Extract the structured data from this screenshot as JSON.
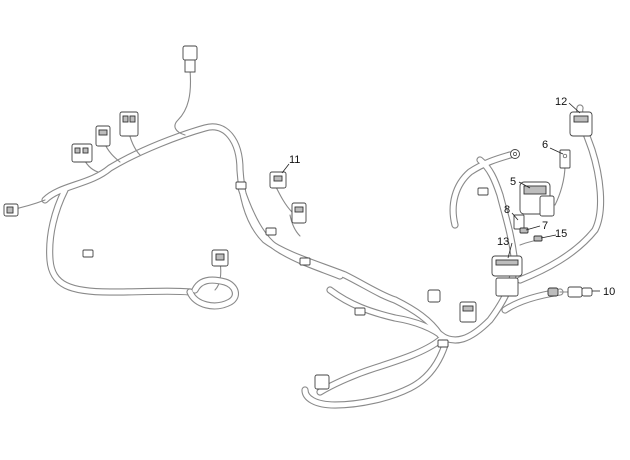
{
  "colors": {
    "background": "#ffffff",
    "harness_outline": "#8a8a8a",
    "part_outline": "#444444",
    "part_fill_dark": "#bdbdbd",
    "callout_text": "#111111"
  },
  "callouts": {
    "c5": "5",
    "c6": "6",
    "c7": "7",
    "c8": "8",
    "c10": "10",
    "c11": "11",
    "c12": "12",
    "c13": "13",
    "c15": "15"
  }
}
